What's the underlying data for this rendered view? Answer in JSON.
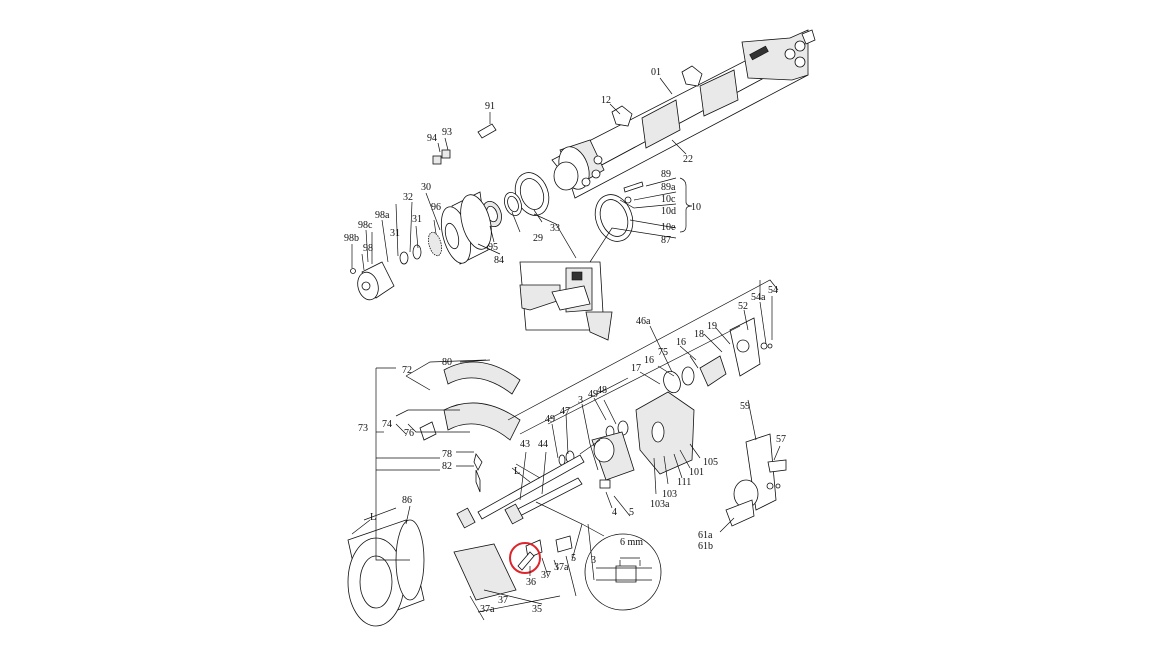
{
  "labels": {
    "l01": "01",
    "l12": "12",
    "l22": "22",
    "l89": "89",
    "l89a": "89a",
    "l10c": "10c",
    "l10d": "10d",
    "l10": "10",
    "l10e": "10e",
    "l87": "87",
    "l91": "91",
    "l94": "94",
    "l93": "93",
    "l30": "30",
    "l32": "32",
    "l98a": "98a",
    "l98c": "98c",
    "l98b": "98b",
    "l98": "98",
    "l31a": "31",
    "l31b": "31",
    "l96": "96",
    "l95": "95",
    "l29": "29",
    "l33": "33",
    "l84": "84",
    "l46a": "46a",
    "l54a": "54a",
    "l54": "54",
    "l52": "52",
    "l19": "19",
    "l18": "18",
    "l16a": "16",
    "l16b": "16",
    "l75": "75",
    "l17": "17",
    "l59": "59",
    "l57": "57",
    "l61a": "61a",
    "l61b": "61b",
    "l80": "80",
    "l72": "72",
    "l74": "74",
    "l73": "73",
    "l76": "76",
    "l78": "78",
    "l82": "82",
    "l49a": "49",
    "l49b": "49",
    "l47": "47",
    "l3a": "3",
    "l48": "48",
    "l43": "43",
    "l44": "44",
    "l4": "4",
    "l5a": "5",
    "l105": "105",
    "l101": "101",
    "l111": "111",
    "l103": "103",
    "l103a": "103a",
    "l86": "86",
    "l36": "36",
    "l37a": "37",
    "l37b": "37",
    "l37c": "37a",
    "l37d": "37a",
    "l5b": "5",
    "l35": "35",
    "l3b": "3",
    "l6mm": "6 mm",
    "lL1": "L",
    "lL2": "L"
  },
  "colors": {
    "highlight": "#e0242b",
    "ink": "#111111"
  }
}
